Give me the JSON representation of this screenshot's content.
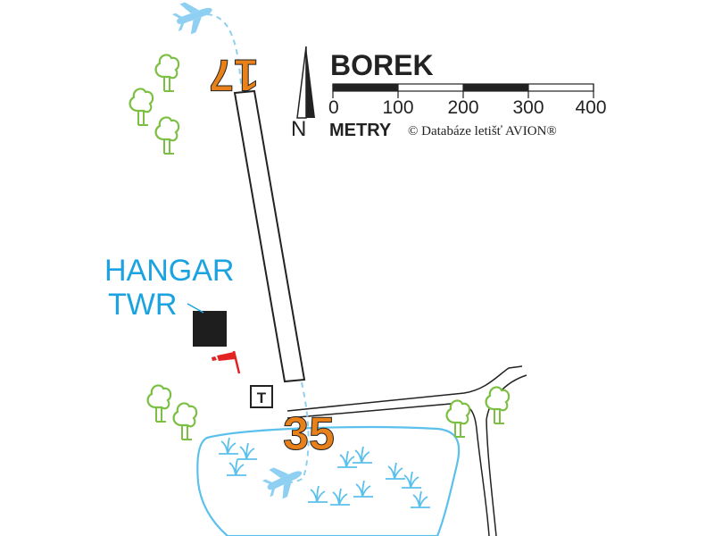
{
  "map": {
    "airfield_name": "BOREK",
    "north_label": "N",
    "scale": {
      "unit": "METRY",
      "ticks": [
        "0",
        "100",
        "200",
        "300",
        "400"
      ]
    },
    "copyright": "© Databáze letišť AVION®",
    "runway": {
      "heading_north_end": "17",
      "heading_south_end": "35"
    },
    "labels": {
      "hangar": "HANGAR",
      "tower": "TWR",
      "landing_t": "T"
    },
    "icons": [
      "airplane-icon",
      "tree-icon",
      "windsock-icon",
      "north-arrow-icon",
      "water-reed-icon"
    ],
    "colors": {
      "label_blue": "#1aa3e0",
      "water_blue": "#5bc0eb",
      "runway_number_orange": "#e8811a",
      "tree_green": "#7cc043",
      "windsock_red": "#e32222",
      "building": "#1e1e1e",
      "outline": "#222222",
      "airplane": "#8fd0f2"
    }
  }
}
